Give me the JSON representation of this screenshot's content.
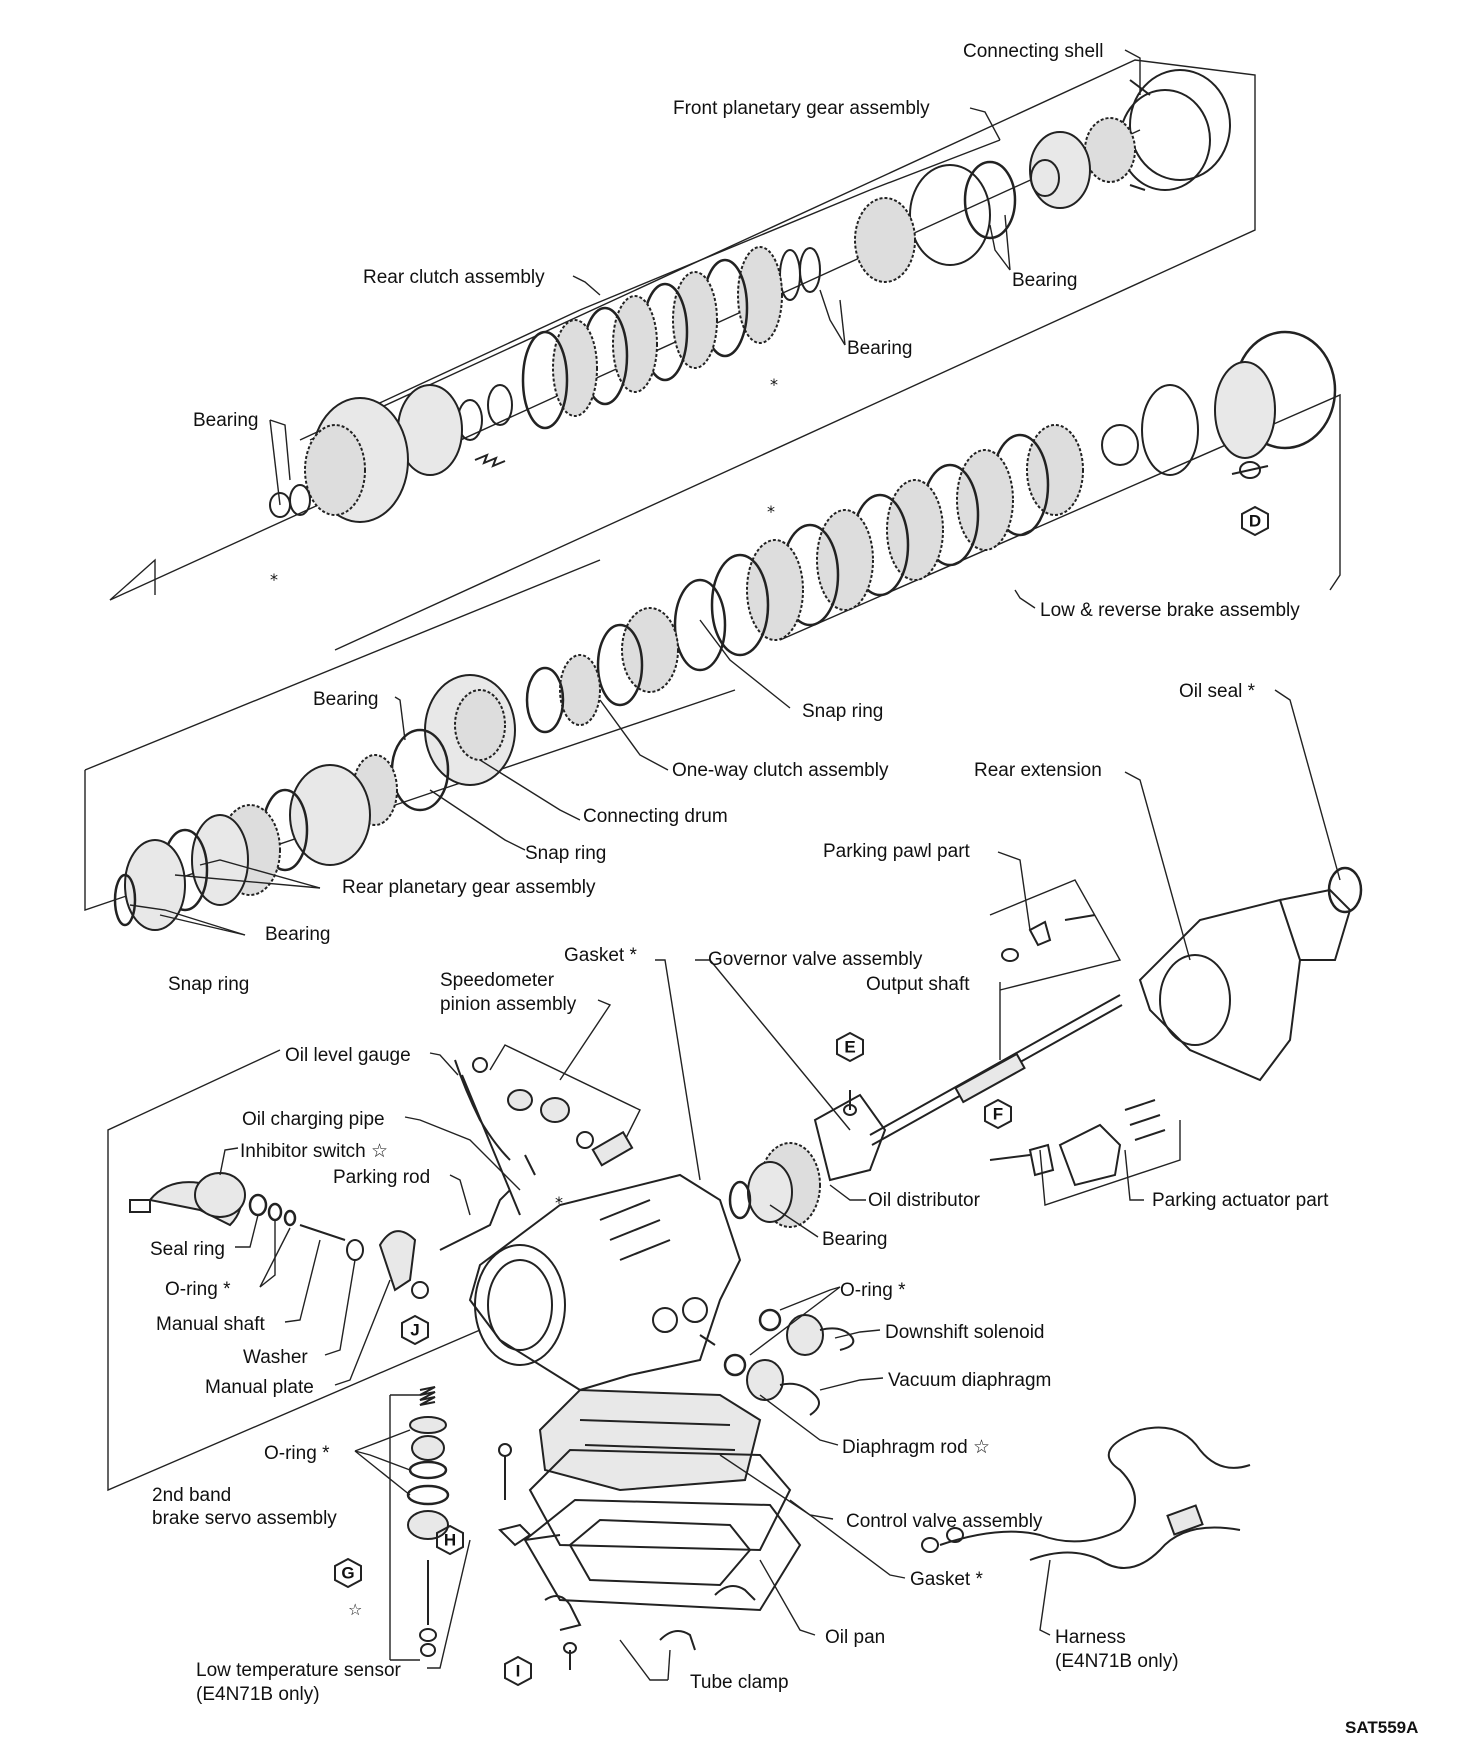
{
  "labels": {
    "connecting_shell": "Connecting shell",
    "front_planetary_gear_assembly": "Front planetary gear assembly",
    "rear_clutch_assembly": "Rear clutch assembly",
    "bearing_front_1": "Bearing",
    "bearing_front_2": "Bearing",
    "bearing_left": "Bearing",
    "low_reverse_brake_assembly": "Low & reverse brake assembly",
    "oil_seal": "Oil seal *",
    "bearing_mid": "Bearing",
    "snap_ring_mid": "Snap ring",
    "one_way_clutch_assembly": "One-way clutch assembly",
    "connecting_drum": "Connecting drum",
    "rear_extension": "Rear extension",
    "snap_ring_lower": "Snap ring",
    "rear_planetary_gear_assembly": "Rear planetary gear assembly",
    "parking_pawl_part": "Parking pawl part",
    "bearing_lower": "Bearing",
    "snap_ring_bottom": "Snap ring",
    "gasket_top": "Gasket *",
    "governor_valve_assembly": "Governor valve assembly",
    "speedometer_pinion_1": "Speedometer",
    "speedometer_pinion_2": "pinion assembly",
    "output_shaft": "Output shaft",
    "oil_level_gauge": "Oil level gauge",
    "oil_charging_pipe": "Oil charging pipe",
    "inhibitor_switch": "Inhibitor switch ☆",
    "parking_rod": "Parking rod",
    "oil_distributor": "Oil distributor",
    "parking_actuator_part": "Parking actuator part",
    "seal_ring": "Seal ring",
    "bearing_oil_dist": "Bearing",
    "o_ring_left": "O-ring *",
    "o_ring_right": "O-ring *",
    "manual_shaft": "Manual shaft",
    "downshift_solenoid": "Downshift solenoid",
    "washer": "Washer",
    "vacuum_diaphragm": "Vacuum diaphragm",
    "manual_plate": "Manual plate",
    "diaphragm_rod": "Diaphragm rod ☆",
    "o_ring_servo": "O-ring *",
    "second_band_1": "2nd band",
    "second_band_2": "brake servo assembly",
    "control_valve_assembly": "Control valve assembly",
    "gasket_bottom": "Gasket *",
    "oil_pan": "Oil pan",
    "harness_1": "Harness",
    "harness_2": "(E4N71B only)",
    "low_temp_sensor_1": "Low temperature sensor",
    "low_temp_sensor_2": "(E4N71B only)",
    "tube_clamp": "Tube clamp",
    "figure_code": "SAT559A"
  },
  "tags": {
    "d": "D",
    "e": "E",
    "f": "F",
    "g": "G",
    "h": "H",
    "i": "I",
    "j": "J"
  },
  "marks": {
    "star": "*",
    "open_star": "☆"
  }
}
